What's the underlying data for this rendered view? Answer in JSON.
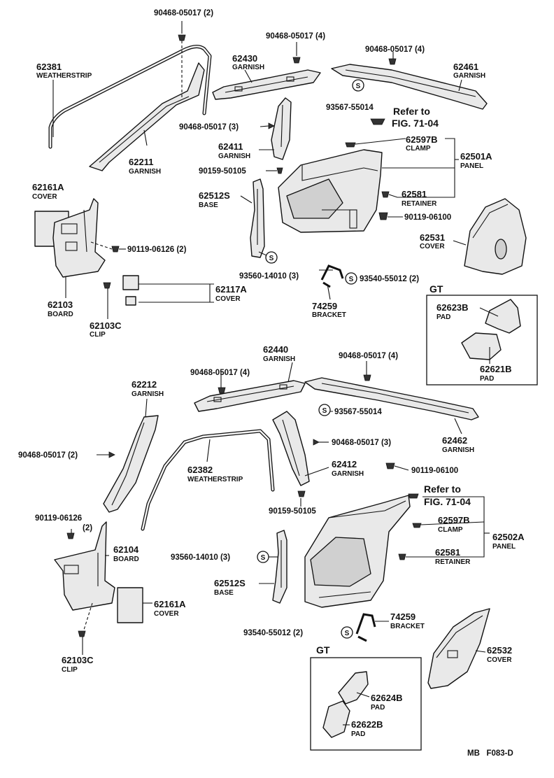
{
  "labels": {
    "p1": "90468-05017 (2)",
    "p2": "90468-05017 (4)",
    "p3": "90468-05017 (4)",
    "p4_num": "62381",
    "p4_name": "WEATHERSTRIP",
    "p5_num": "62430",
    "p5_name": "GARNISH",
    "p6_num": "62461",
    "p6_name": "GARNISH",
    "p7": "93567-55014",
    "p8_a": "Refer to",
    "p8_b": "FIG. 71-04",
    "p9": "90468-05017 (3)",
    "p10_num": "62597B",
    "p10_name": "CLAMP",
    "p11_num": "62501A",
    "p11_name": "PANEL",
    "p12_num": "62411",
    "p12_name": "GARNISH",
    "p13_num": "62211",
    "p13_name": "GARNISH",
    "p14": "90159-50105",
    "p15_num": "62161A",
    "p15_name": "COVER",
    "p16_num": "62512S",
    "p16_name": "BASE",
    "p17_num": "62581",
    "p17_name": "RETAINER",
    "p18": "90119-06100",
    "p19_num": "62531",
    "p19_name": "COVER",
    "p20": "90119-06126 (2)",
    "p21": "93560-14010 (3)",
    "p22": "93540-55012 (2)",
    "p23_num": "62117A",
    "p23_name": "COVER",
    "p24_num": "62103",
    "p24_name": "BOARD",
    "p25_num": "74259",
    "p25_name": "BRACKET",
    "p26": "GT",
    "p27_num": "62623B",
    "p27_name": "PAD",
    "p28_num": "62103C",
    "p28_name": "CLIP",
    "p29_num": "62621B",
    "p29_name": "PAD",
    "q1_num": "62440",
    "q1_name": "GARNISH",
    "q2": "90468-05017 (4)",
    "q3": "90468-05017 (4)",
    "q4_num": "62212",
    "q4_name": "GARNISH",
    "q5": "93567-55014",
    "q6": "90468-05017 (2)",
    "q7": "90468-05017 (3)",
    "q8_num": "62462",
    "q8_name": "GARNISH",
    "q9_num": "62382",
    "q9_name": "WEATHERSTRIP",
    "q10_num": "62412",
    "q10_name": "GARNISH",
    "q11": "90119-06100",
    "q12_a": "Refer to",
    "q12_b": "FIG. 71-04",
    "q13": "90159-50105",
    "q14_a": "90119-06126",
    "q14_b": "(2)",
    "q15_num": "62104",
    "q15_name": "BOARD",
    "q16_num": "62597B",
    "q16_name": "CLAMP",
    "q17_num": "62502A",
    "q17_name": "PANEL",
    "q18": "93560-14010 (3)",
    "q19_num": "62581",
    "q19_name": "RETAINER",
    "q20_num": "62512S",
    "q20_name": "BASE",
    "q21_num": "62161A",
    "q21_name": "COVER",
    "q22": "93540-55012 (2)",
    "q23_num": "74259",
    "q23_name": "BRACKET",
    "q24": "GT",
    "q25_num": "62532",
    "q25_name": "COVER",
    "q26_num": "62103C",
    "q26_name": "CLIP",
    "q27_num": "62624B",
    "q27_name": "PAD",
    "q28_num": "62622B",
    "q28_name": "PAD",
    "footer": "MB   F083-D"
  },
  "symbols": {
    "s": "S"
  }
}
